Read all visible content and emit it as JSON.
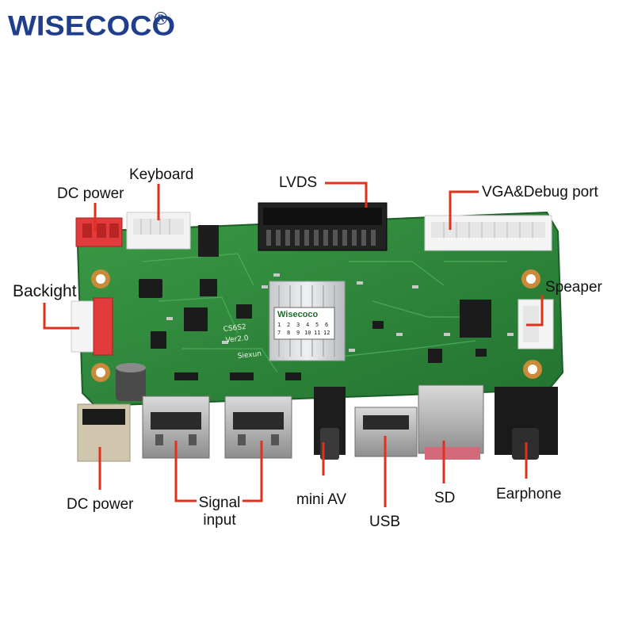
{
  "brand": {
    "name": "WISECOCO",
    "registered_mark": "®",
    "color": "#1f3f8c"
  },
  "board": {
    "silkscreen_model": "CS6S2",
    "silkscreen_version": "Ver2.0",
    "silkscreen_maker": "Siexun",
    "chip_label_brand": "Wisecoco",
    "chip_label_numbers": [
      "1",
      "2",
      "3",
      "4",
      "5",
      "6",
      "7",
      "8",
      "9",
      "10",
      "11",
      "12"
    ],
    "pcb_color": "#2f8a3a",
    "leader_color": "#e0301e"
  },
  "callouts": {
    "dc_power_top": "DC power",
    "keyboard": "Keyboard",
    "lvds": "LVDS",
    "vga_debug": "VGA&Debug port",
    "backlight": "Backight",
    "speaker": "Speaper",
    "dc_power_bottom": "DC power",
    "signal_input_line1": "Signal",
    "signal_input_line2": "input",
    "mini_av": "mini AV",
    "usb": "USB",
    "sd": "SD",
    "earphone": "Earphone"
  }
}
